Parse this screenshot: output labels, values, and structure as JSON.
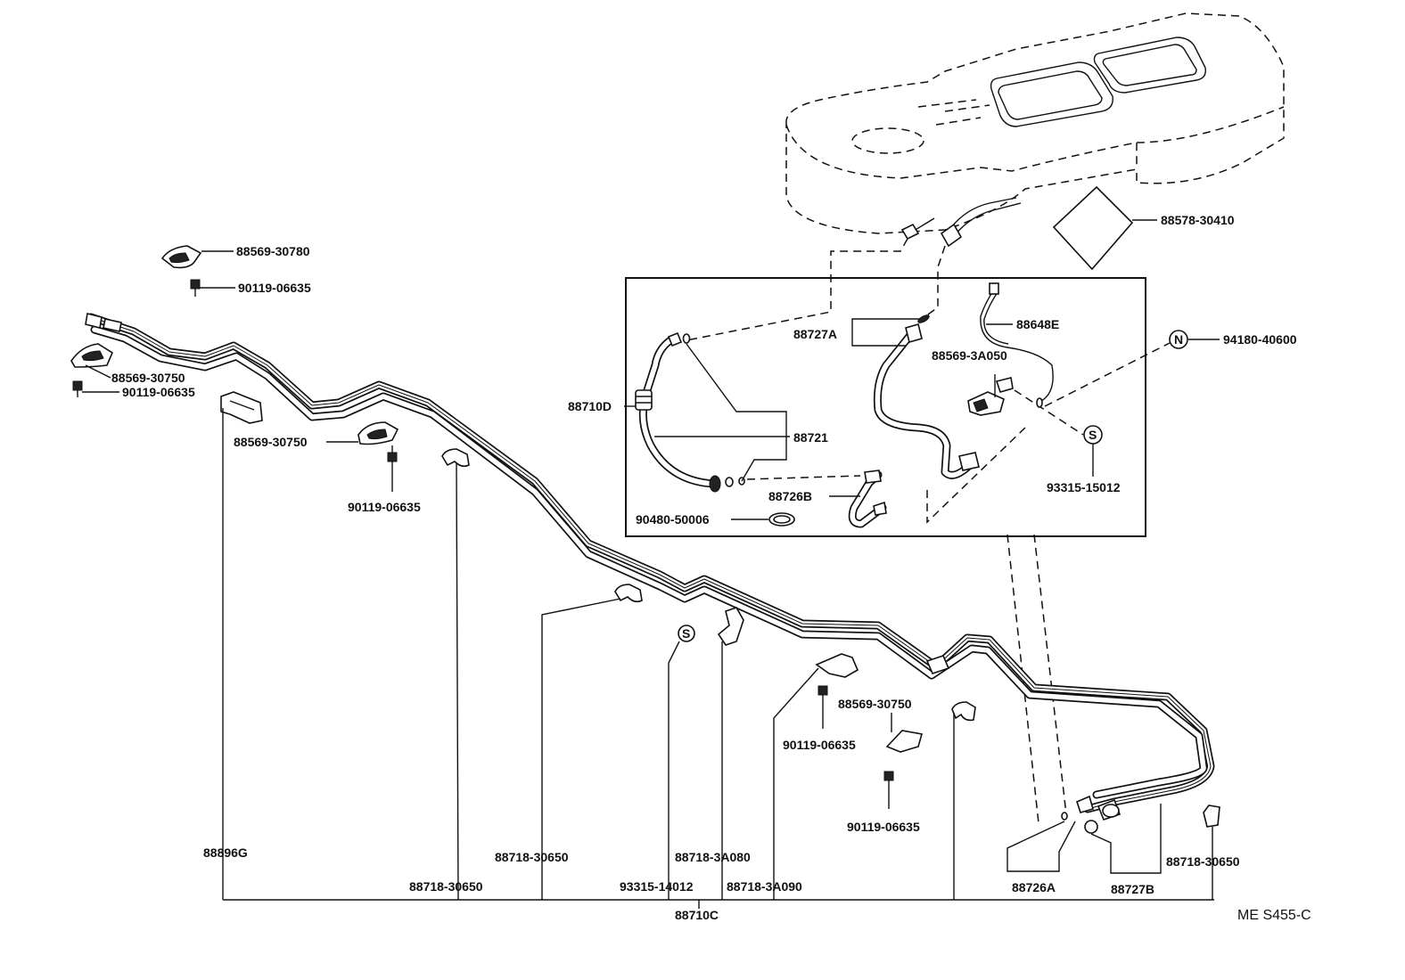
{
  "diagram_code": "ME  S455-C",
  "labels": {
    "p_88569_30780": "88569-30780",
    "p_90119_top": "90119-06635",
    "p_88569_30750_left": "88569-30750",
    "p_90119_left": "90119-06635",
    "p_88569_30750_mid": "88569-30750",
    "p_90119_mid": "90119-06635",
    "p_88896g": "88896G",
    "p_88718_30650_a": "88718-30650",
    "p_88718_30650_b": "88718-30650",
    "p_93315_14012": "93315-14012",
    "p_88718_3a080": "88718-3A080",
    "p_88718_3a090": "88718-3A090",
    "p_88710c": "88710C",
    "p_88569_30750_right": "88569-30750",
    "p_90119_right_a": "90119-06635",
    "p_90119_right_b": "90119-06635",
    "p_88726a": "88726A",
    "p_88727b": "88727B",
    "p_88718_30650_c": "88718-30650",
    "p_88578_30410": "88578-30410",
    "p_94180_40600": "94180-40600",
    "p_88710d": "88710D",
    "p_88721": "88721",
    "p_88727a": "88727A",
    "p_88648e": "88648E",
    "p_88569_3a050": "88569-3A050",
    "p_93315_15012": "93315-15012",
    "p_88726b": "88726B",
    "p_90480_50006": "90480-50006"
  },
  "symbols": {
    "nut": "N",
    "seal": "S"
  }
}
